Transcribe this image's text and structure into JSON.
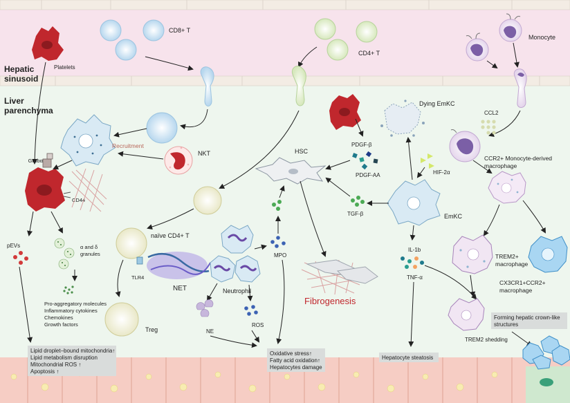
{
  "regions": {
    "hepatic_sinusoid": [
      "Hepatic",
      "sinusoid"
    ],
    "liver_parenchyma": [
      "Liver",
      "parenchyma"
    ]
  },
  "labels": {
    "platelets": "Platelets",
    "cd8": "CD8+ T",
    "cd4": "CD4+ T",
    "monocyte": "Monocyte",
    "recruitment": "Recruitment",
    "nkt": "NKT",
    "gpiba": "GPIbα",
    "cd44": "CD44",
    "pevs": "pEVs",
    "granules": [
      "α and δ",
      "granules"
    ],
    "molecules": [
      "Pro-aggregatory molecules",
      "Inflammatory cytokines",
      "Chemokines",
      "Growth factors"
    ],
    "naive_cd4": "naïve CD4+ T",
    "tlr4": "TLR4",
    "net": "NET",
    "neutrophil": "Neutrophil",
    "treg": "Treg",
    "ne": "NE",
    "ros": "ROS",
    "mpo": "MPO",
    "hsc": "HSC",
    "pdgf_b": "PDGF-β",
    "pdgf_aa": "PDGF-AA",
    "dying_emkc": "Dying EmKC",
    "hif": "HIF-2α",
    "tgf": "TGF-β",
    "emkc": "EmKC",
    "fibrogenesis": "Fibrogenesis",
    "il1b": "IL-1b",
    "tnfa": "TNF-α",
    "ccl2": "CCL2",
    "ccr2_mac": [
      "CCR2+ Monocyte-derived",
      "macrophage"
    ],
    "trem2_mac": [
      "TREM2+",
      "macrophage"
    ],
    "cx3_mac": [
      "CX3CR1+CCR2+",
      "macrophage"
    ],
    "trem2_shed": "TREM2 shedding",
    "crown": [
      "Forming hepatic crown-like",
      "structures"
    ]
  },
  "boxes": {
    "lipid": [
      "Lipid droplet–bound mitochondria↑",
      "Lipid metabolism disruption",
      "Mitochondrial ROS ↑",
      "Apoptosis ↑"
    ],
    "oxidative": [
      "Oxidative stress↑",
      "Fatty acid oxidation↑",
      "Hepatocytes damage"
    ],
    "steatosis": [
      "Hepatocyte steatosis"
    ]
  },
  "colors": {
    "sinusoid": "#f7e3ec",
    "parenchyma": "#eef6ee",
    "platelet": "#c0272d",
    "tcell_blue": "#cfe6f5",
    "tcell_green": "#e6f1d4",
    "monocyte": "#7b5fa6",
    "fibro_title": "#c0272d",
    "hepatocyte": "#f6cdc4",
    "box": "#d9dcdb"
  }
}
